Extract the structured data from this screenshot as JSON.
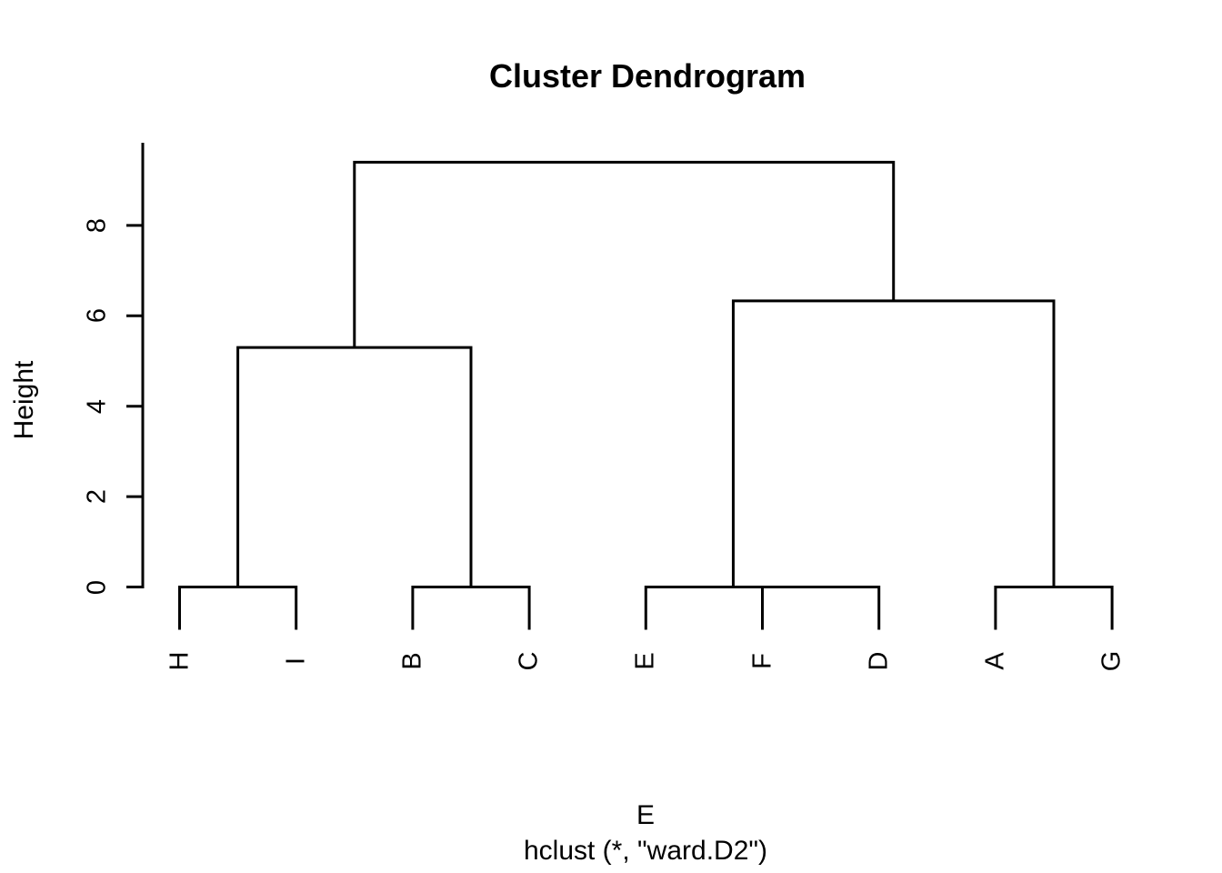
{
  "figure": {
    "title": "Cluster Dendrogram",
    "y_axis_label": "Height",
    "x_axis_label": "E",
    "caption": "hclust (*, \"ward.D2\")"
  },
  "chart_data": {
    "type": "dendrogram",
    "title": "Cluster Dendrogram",
    "xlabel": "E",
    "ylabel": "Height",
    "caption": "hclust (*, \"ward.D2\")",
    "leaves": [
      "H",
      "I",
      "B",
      "C",
      "E",
      "F",
      "D",
      "A",
      "G"
    ],
    "yticks": [
      0,
      2,
      4,
      6,
      8
    ],
    "ylim": [
      0,
      9.8
    ],
    "grid": false,
    "legend": "none",
    "tree": {
      "height": 9.4,
      "children": [
        {
          "height": 5.3,
          "children": [
            {
              "height": 0,
              "children": [
                {
                  "leaf": "H"
                },
                {
                  "leaf": "I"
                }
              ]
            },
            {
              "height": 0,
              "children": [
                {
                  "leaf": "B"
                },
                {
                  "leaf": "C"
                }
              ]
            }
          ]
        },
        {
          "height": 6.33,
          "children": [
            {
              "height": 0,
              "children": [
                {
                  "leaf": "E"
                },
                {
                  "height": 0,
                  "children": [
                    {
                      "leaf": "F"
                    },
                    {
                      "leaf": "D"
                    }
                  ]
                }
              ]
            },
            {
              "height": 0,
              "children": [
                {
                  "leaf": "A"
                },
                {
                  "leaf": "G"
                }
              ]
            }
          ]
        }
      ]
    },
    "colors": {
      "line": "#000000",
      "text": "#000000",
      "background": "#ffffff"
    }
  }
}
